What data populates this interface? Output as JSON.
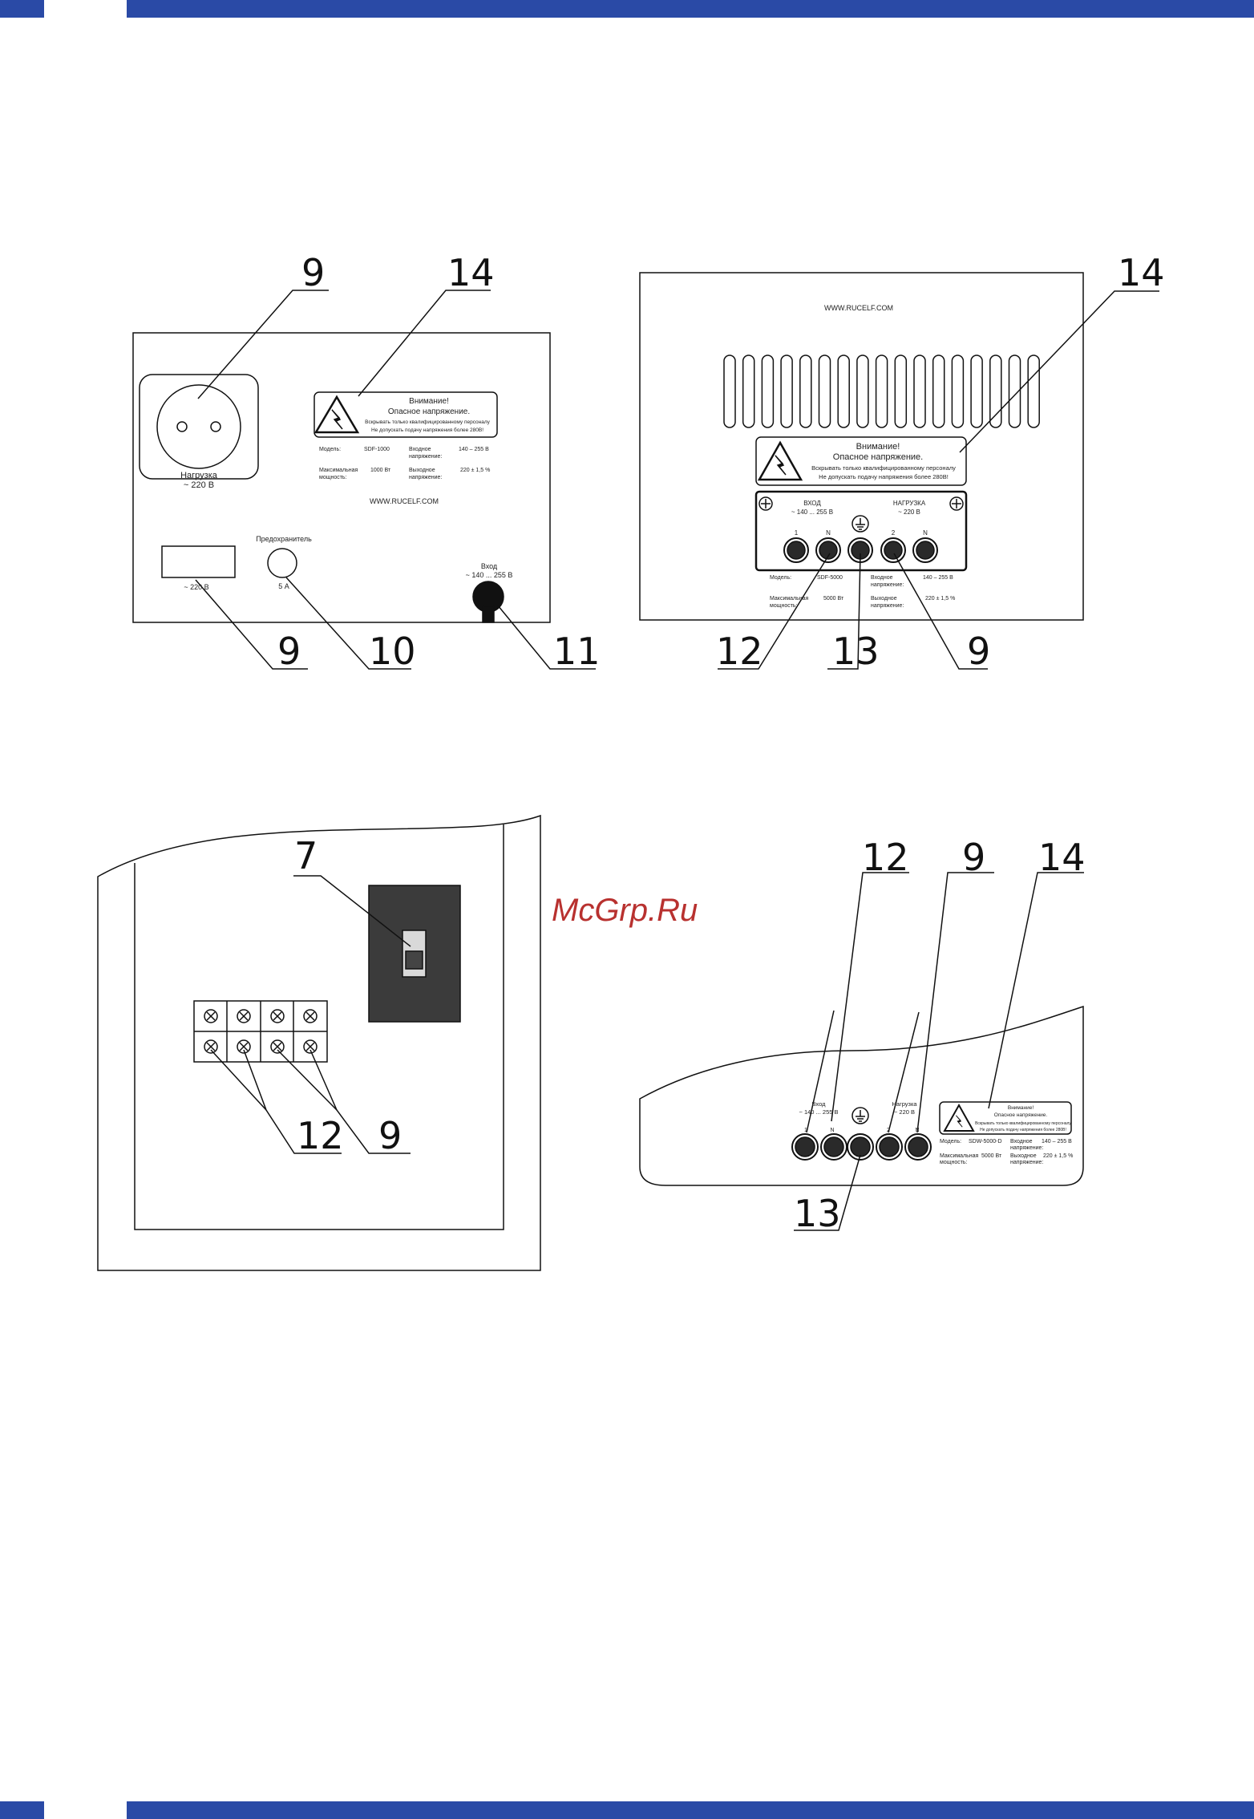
{
  "colors": {
    "band": "#2a4aa6",
    "watermark": "#b8312f",
    "stroke": "#111111",
    "panel": "#3b3b3b"
  },
  "watermark": "McGrp.Ru",
  "fig1": {
    "callouts": {
      "c9a": "9",
      "c14": "14",
      "c9b": "9",
      "c10": "10",
      "c11": "11"
    },
    "socket_label_1": "Нагрузка",
    "socket_label_2": "~ 220 В",
    "warning": {
      "title": "Внимание!",
      "subtitle": "Опасное напряжение.",
      "line1": "Вскрывать только квалифицированному персоналу",
      "line2": "Не допускать подачу напряжения более 280В!"
    },
    "specs": {
      "model_label": "Модель:",
      "model_value": "SDF-1000",
      "input_label_1": "Входное",
      "input_label_2": "напряжение:",
      "input_value": "140 – 255 В",
      "power_label_1": "Максимальная",
      "power_label_2": "мощность:",
      "power_value": "1000 Вт",
      "output_label_1": "Выходное",
      "output_label_2": "напряжение:",
      "output_value": "220 ± 1,5 %"
    },
    "url": "WWW.RUCELF.COM",
    "outlet_label": "~ 220 В",
    "fuse_label": "Предохранитель",
    "fuse_value": "5 А",
    "input_label_1": "Вход",
    "input_label_2": "~ 140 ... 255 В"
  },
  "fig2": {
    "callouts": {
      "c14": "14",
      "c12": "12",
      "c13": "13",
      "c9": "9"
    },
    "url": "WWW.RUCELF.COM",
    "warning": {
      "title": "Внимание!",
      "subtitle": "Опасное напряжение.",
      "line1": "Вскрывать только квалифицированному персоналу",
      "line2": "Не допускать подачу напряжения более 280В!"
    },
    "input_title": "ВХОД",
    "input_range": "~ 140 ... 255 В",
    "load_title": "НАГРУЗКА",
    "load_range": "~ 220 В",
    "terminals": [
      "1",
      "N",
      "2",
      "N"
    ],
    "specs": {
      "model_label": "Модель:",
      "model_value": "SDF-5000",
      "input_label_1": "Входное",
      "input_label_2": "напряжение:",
      "input_value": "140 – 255 В",
      "power_label_1": "Максимальная",
      "power_label_2": "мощность:",
      "power_value": "5000 Вт",
      "output_label_1": "Выходное",
      "output_label_2": "напряжение:",
      "output_value": "220 ± 1,5 %"
    }
  },
  "fig3": {
    "callouts": {
      "c7": "7",
      "c12": "12",
      "c9": "9"
    }
  },
  "fig4": {
    "callouts": {
      "c12": "12",
      "c9": "9",
      "c14": "14",
      "c13": "13"
    },
    "input_title": "Вход",
    "input_range": "~ 140 ... 255 В",
    "load_title": "Нагрузка",
    "load_range": "~ 220 В",
    "terminals": [
      "1",
      "N",
      "2",
      "N"
    ],
    "warning": {
      "title": "Внимание!",
      "subtitle": "Опасное напряжение.",
      "line1": "Вскрывать только квалифицированному персоналу",
      "line2": "Не допускать подачу напряжения более 280В!"
    },
    "specs": {
      "model_label": "Модель:",
      "model_value": "SDW-5000-D",
      "input_label_1": "Входное",
      "input_label_2": "напряжение:",
      "input_value": "140 – 255 В",
      "power_label_1": "Максимальная",
      "power_label_2": "мощность:",
      "power_value": "5000 Вт",
      "output_label_1": "Выходное",
      "output_label_2": "напряжение:",
      "output_value": "220 ± 1,5 %"
    }
  }
}
